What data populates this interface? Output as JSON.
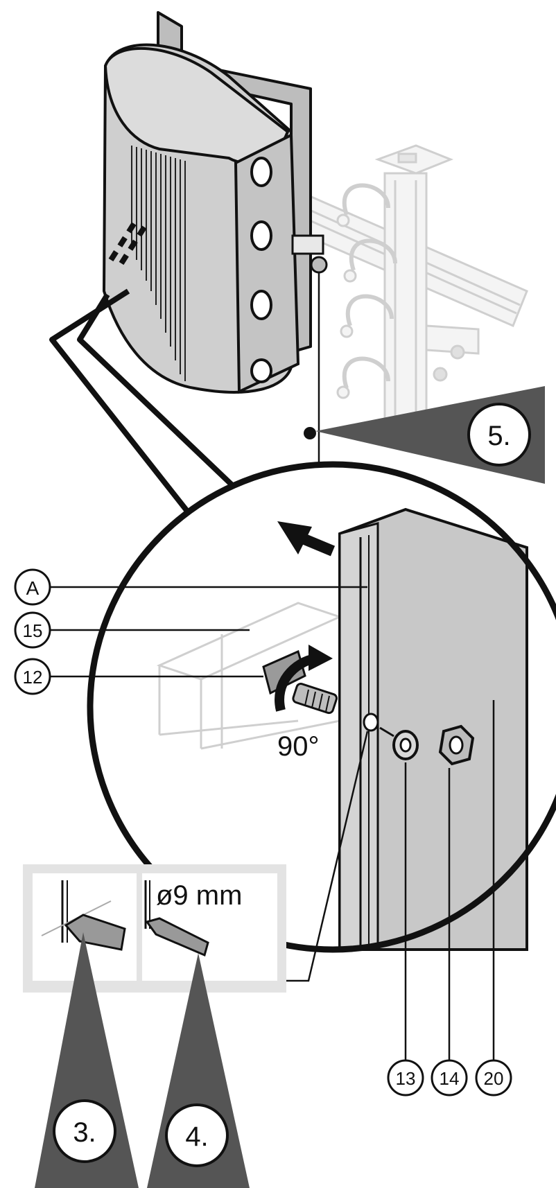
{
  "callouts": {
    "a": "A",
    "n15": "15",
    "n12": "12",
    "n13": "13",
    "n14": "14",
    "n20": "20"
  },
  "steps": {
    "s3": "3.",
    "s4": "4.",
    "s5": "5."
  },
  "annotations": {
    "rotation": "90°",
    "drill": "ø9 mm"
  },
  "colors": {
    "ink": "#111111",
    "panel_grey": "#c8c8c8",
    "step_grey": "#555555",
    "ghost_grey": "#d0d0d0",
    "inset_frame": "#e3e3e3"
  }
}
